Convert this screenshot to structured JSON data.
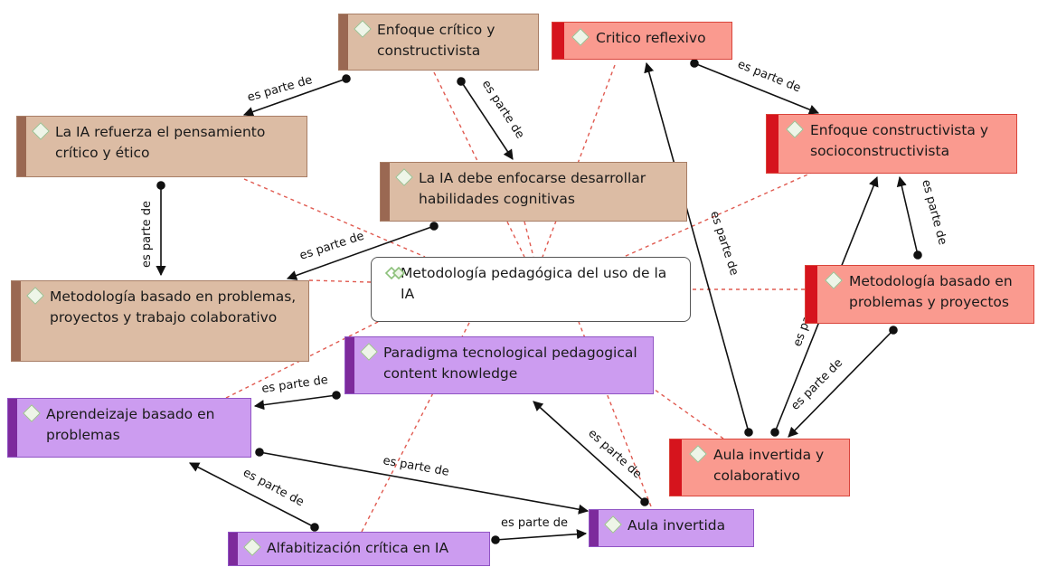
{
  "center": {
    "label": "Metodología pedagógica del uso de la IA"
  },
  "nodes": {
    "enfoque_critico": "Enfoque crítico y constructivista",
    "ia_refuerza": "La IA refuerza el pensamiento crítico y ético",
    "ia_debe": "La IA debe enfocarse desarrollar habilidades cognitivas",
    "metodologia_colab": "Metodología basado en problemas, proyectos y trabajo colaborativo",
    "critico_reflexivo": "Critico reflexivo",
    "enfoque_socio": "Enfoque constructivista y socioconstructivista",
    "metodologia_proy": "Metodología basado en problemas y proyectos",
    "aula_colab": "Aula invertida y colaborativo",
    "paradigma": "Paradigma tecnological pedagogical content knowledge",
    "aprendizaje": "Aprendeizaje basado en problemas",
    "alfabetizacion": "Alfabitización crítica en IA",
    "aula_invertida": "Aula invertida"
  },
  "relation_label": "es parte de",
  "colors": {
    "brown": "#dcbca4",
    "red": "#fa9a8f",
    "purple": "#cc9cf0",
    "dashed_link": "#e05a50"
  }
}
